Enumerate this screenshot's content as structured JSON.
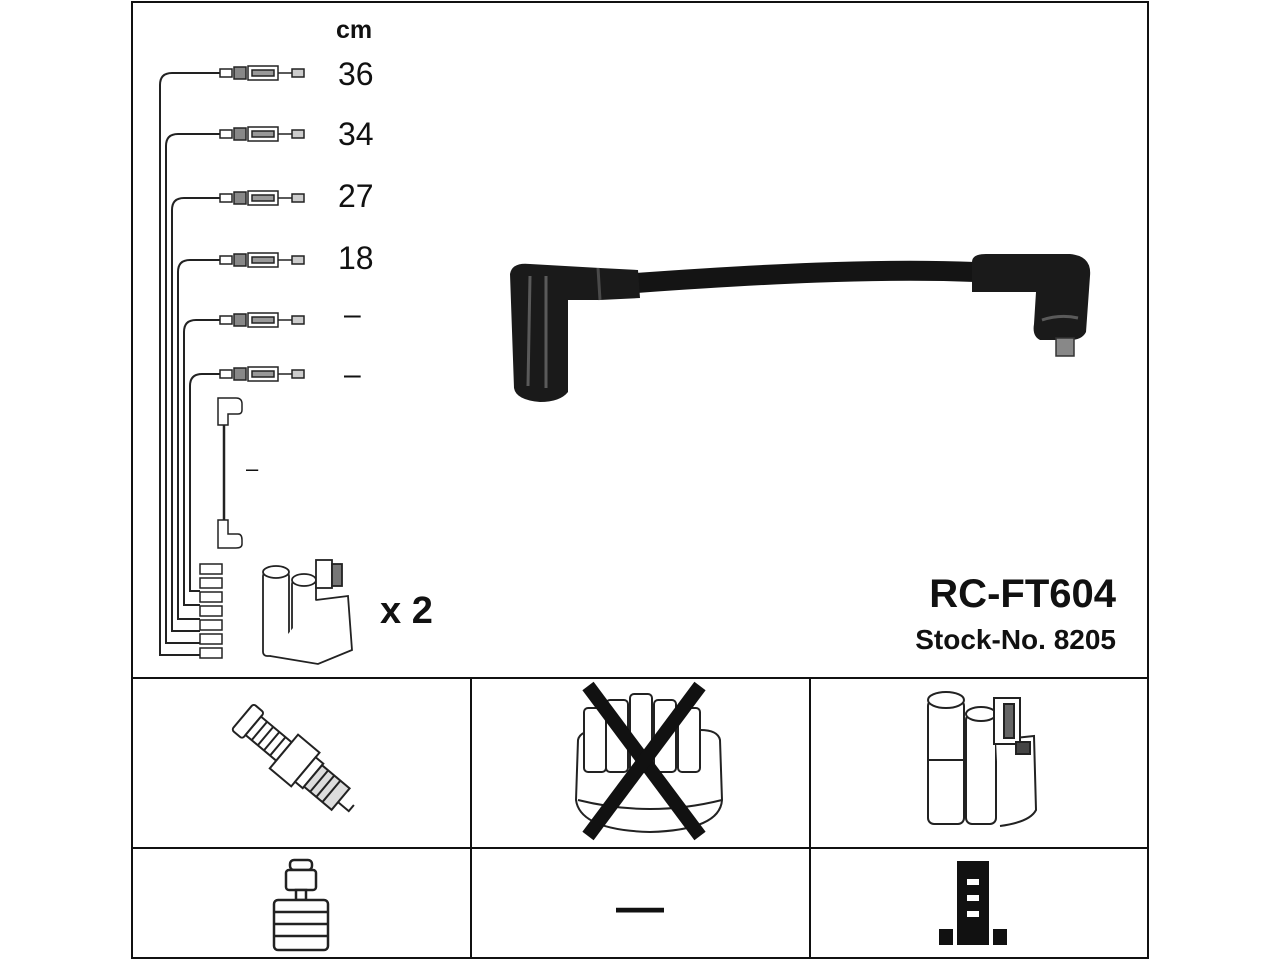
{
  "kit": {
    "unit": "cm",
    "lengths": [
      "36",
      "34",
      "27",
      "18",
      "–",
      "–",
      "–"
    ],
    "quantity": "x 2",
    "product_code": "RC-FT604",
    "stock_number": "Stock-No. 8205"
  },
  "components": {
    "spark_plug": {
      "icon": "spark-plug-icon"
    },
    "distributor_cap": {
      "icon": "distributor-cap-icon",
      "crossed_out": true
    },
    "ignition_coil": {
      "icon": "ignition-coil-icon"
    },
    "plug_terminal": {
      "icon": "plug-terminal-icon"
    },
    "cap_terminal": {
      "label": "—"
    },
    "coil_terminal": {
      "icon": "coil-terminal-icon"
    }
  }
}
